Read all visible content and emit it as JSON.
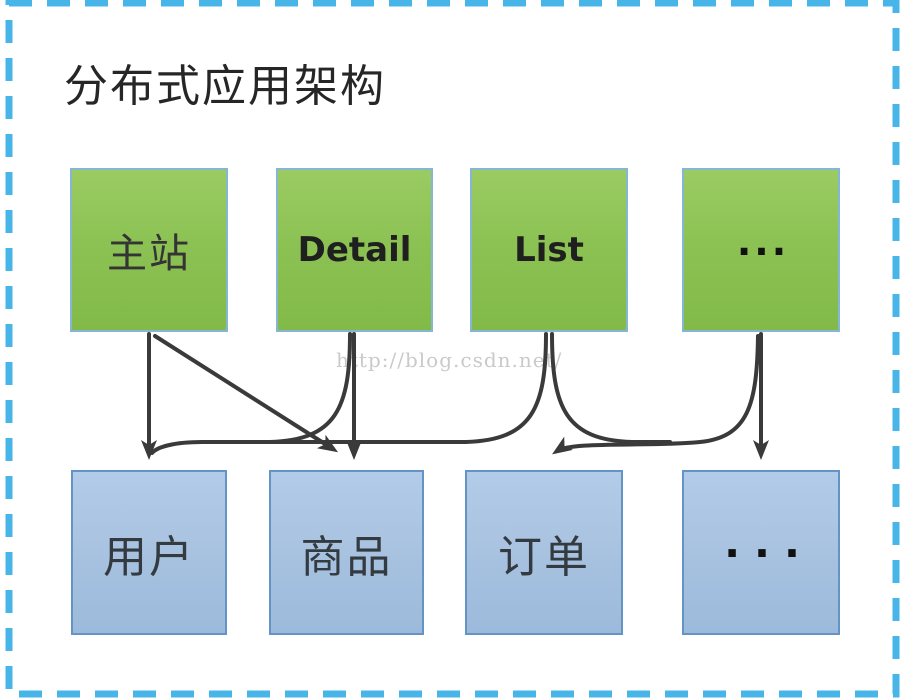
{
  "diagram": {
    "title": "分布式应用架构",
    "watermark": "http://blog.csdn.net/",
    "top_row": [
      {
        "id": "main-site",
        "label": "主站"
      },
      {
        "id": "detail",
        "label": "Detail"
      },
      {
        "id": "list",
        "label": "List"
      },
      {
        "id": "more",
        "label": "..."
      }
    ],
    "bottom_row": [
      {
        "id": "users",
        "label": "用户"
      },
      {
        "id": "products",
        "label": "商品"
      },
      {
        "id": "orders",
        "label": "订单"
      },
      {
        "id": "more-services",
        "label": "..."
      }
    ],
    "edges": [
      {
        "from": "main-site",
        "to": "users"
      },
      {
        "from": "main-site",
        "to": "products"
      },
      {
        "from": "detail",
        "to": "products"
      },
      {
        "from": "detail",
        "to": "users"
      },
      {
        "from": "list",
        "to": "users"
      },
      {
        "from": "list",
        "to": "orders"
      },
      {
        "from": "more",
        "to": "orders"
      },
      {
        "from": "more",
        "to": "more-services"
      }
    ],
    "colors": {
      "top_box_fill": "#8cc254",
      "top_box_border": "#85b6d2",
      "bottom_box_fill": "#a9c3e1",
      "bottom_box_border": "#6494c5",
      "dashed_border": "#47b5e8",
      "arrow": "#3a3a3a",
      "watermark_text": "#cacaca",
      "title_text": "#262626"
    }
  }
}
